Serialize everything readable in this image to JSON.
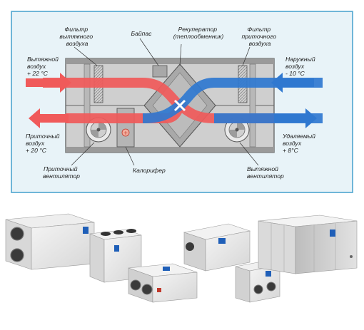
{
  "diagram": {
    "labels": {
      "exhaust_filter": [
        "Фильтр",
        "вытяжного",
        "воздуха"
      ],
      "bypass": [
        "Байпас"
      ],
      "recuperator": [
        "Рекуператор",
        "(теплообменник)"
      ],
      "supply_filter": [
        "Фильтр",
        "приточного",
        "воздуха"
      ],
      "extract_air": [
        "Вытяжной",
        "воздух",
        "+ 22 °C"
      ],
      "outdoor_air": [
        "Наружный",
        "воздух",
        "- 10 °C"
      ],
      "supply_air": [
        "Приточный",
        "воздух",
        "+ 20 °C"
      ],
      "exhaust_air": [
        "Удаляемый",
        "воздух",
        "+ 8°C"
      ],
      "supply_fan": [
        "Приточный",
        "вентилятор"
      ],
      "heater": [
        "Калорифер"
      ],
      "extract_fan": [
        "Вытяжной",
        "вентилятор"
      ]
    },
    "colors": {
      "warm_stream": "#f05a5a",
      "cold_stream": "#2f78d0",
      "panel_bg": "#e8f3f8",
      "panel_border": "#6fb6d8",
      "unit_body": "#c9c9c9"
    }
  },
  "product_photos": {
    "units": [
      "unit-1",
      "unit-2",
      "unit-3",
      "unit-4",
      "unit-5",
      "unit-6"
    ]
  }
}
